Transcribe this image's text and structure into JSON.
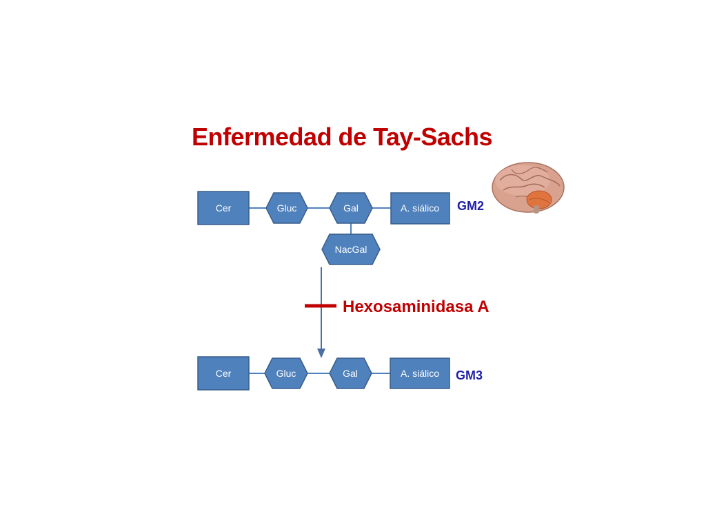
{
  "title": "Enfermedad de Tay-Sachs",
  "colors": {
    "title": "#c00000",
    "node_fill": "#4f81bd",
    "node_stroke": "#385d8a",
    "connector": "#4f81bd",
    "molecule_label": "#1f1fa8",
    "inhibition": "#c00000",
    "arrow": "#4a6fa5"
  },
  "gm2": {
    "label": "GM2",
    "cer": "Cer",
    "gluc": "Gluc",
    "gal": "Gal",
    "sialic": "A. siálico",
    "nacgal": "NacGal"
  },
  "enzyme": {
    "label": "Hexosaminidasa A"
  },
  "gm3": {
    "label": "GM3",
    "cer": "Cer",
    "gluc": "Gluc",
    "gal": "Gal",
    "sialic": "A. siálico"
  },
  "illustration": {
    "icon": "brain-icon"
  }
}
